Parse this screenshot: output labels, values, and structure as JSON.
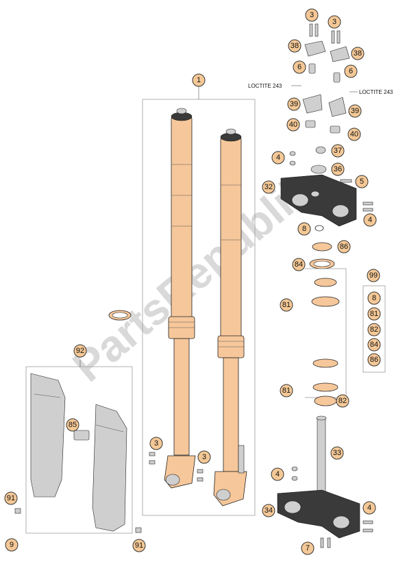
{
  "watermark": "PartsRepublik",
  "loctite_left": "LOCTITE 243",
  "loctite_right": "LOCTITE 243",
  "callouts": {
    "c1": "1",
    "c3a": "3",
    "c3b": "3",
    "c3c": "3",
    "c3d": "3",
    "c38a": "38",
    "c38b": "38",
    "c6a": "6",
    "c6b": "6",
    "c39a": "39",
    "c39b": "39",
    "c40a": "40",
    "c40b": "40",
    "c37": "37",
    "c4a": "4",
    "c4b": "4",
    "c4c": "4",
    "c4d": "4",
    "c36": "36",
    "c5": "5",
    "c32": "32",
    "c8": "8",
    "c86": "86",
    "c84": "84",
    "c99": "99",
    "c81a": "81",
    "c81b": "81",
    "c82": "82",
    "c33": "33",
    "c34": "34",
    "c7": "7",
    "c92": "92",
    "c85": "85",
    "c91a": "91",
    "c91b": "91",
    "c9": "9"
  },
  "kit_items": [
    "8",
    "81",
    "82",
    "84",
    "86"
  ]
}
